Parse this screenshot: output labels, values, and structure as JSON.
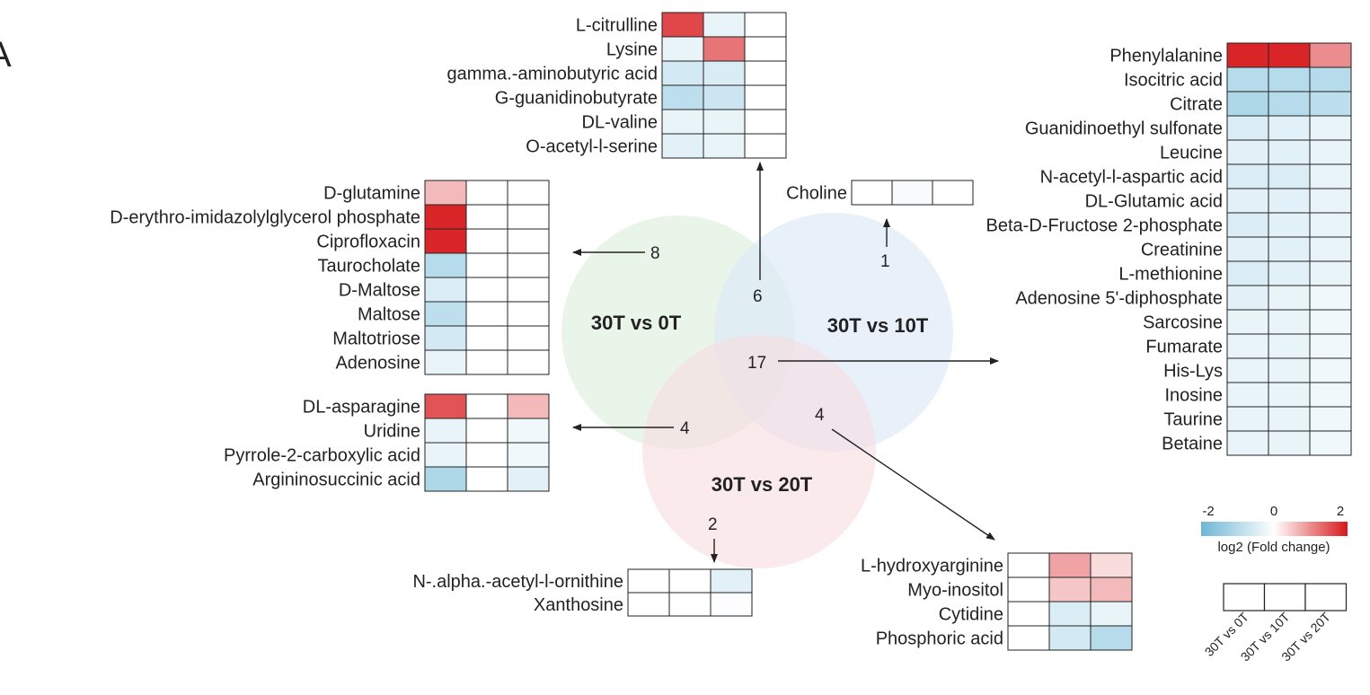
{
  "panel_letter": "A",
  "venn": {
    "sets": [
      {
        "id": "A",
        "label": "30T vs 0T",
        "color": "#dcefdc"
      },
      {
        "id": "B",
        "label": "30T vs 10T",
        "color": "#d9e8f6"
      },
      {
        "id": "C",
        "label": "30T vs 20T",
        "color": "#f6dcdf"
      }
    ],
    "counts": {
      "only_0T": "8",
      "only_10T": "1",
      "only_20T": "2",
      "0T_10T": "6",
      "0T_20T": "4",
      "10T_20T": "4",
      "all": "17"
    }
  },
  "heatmaps": {
    "top_center": {
      "rows": [
        "L-citrulline",
        "Lysine",
        "gamma.-aminobutyric acid",
        "G-guanidinobutyrate",
        "DL-valine",
        "O-acetyl-l-serine"
      ],
      "values": [
        [
          1.6,
          -0.3,
          0
        ],
        [
          -0.3,
          1.2,
          0
        ],
        [
          -0.6,
          -0.5,
          0
        ],
        [
          -0.9,
          -0.7,
          0
        ],
        [
          -0.3,
          -0.3,
          0
        ],
        [
          -0.4,
          -0.3,
          0
        ]
      ]
    },
    "left_top": {
      "rows": [
        "D-glutamine",
        "D-erythro-imidazolylglycerol phosphate",
        "Ciprofloxacin",
        "Taurocholate",
        "D-Maltose",
        "Maltose",
        "Maltotriose",
        "Adenosine"
      ],
      "values": [
        [
          0.6,
          0,
          0
        ],
        [
          1.9,
          0,
          0
        ],
        [
          1.9,
          0,
          0
        ],
        [
          -1.0,
          0,
          0
        ],
        [
          -0.5,
          0,
          0
        ],
        [
          -0.9,
          0,
          0
        ],
        [
          -0.6,
          0,
          0
        ],
        [
          -0.3,
          0,
          0
        ]
      ]
    },
    "left_bottom": {
      "rows": [
        "DL-asparagine",
        "Uridine",
        "Pyrrole-2-carboxylic acid",
        "Argininosuccinic acid"
      ],
      "values": [
        [
          1.5,
          0,
          0.6
        ],
        [
          -0.3,
          0,
          -0.2
        ],
        [
          -0.3,
          0,
          -0.2
        ],
        [
          -1.1,
          0,
          -0.4
        ]
      ]
    },
    "choline": {
      "rows": [
        "Choline"
      ],
      "values": [
        [
          0,
          -0.1,
          0
        ]
      ]
    },
    "right_big": {
      "rows": [
        "Phenylalanine",
        "Isocitric acid",
        "Citrate",
        "Guanidinoethyl sulfonate",
        "Leucine",
        "N-acetyl-l-aspartic acid",
        "DL-Glutamic acid",
        "Beta-D-Fructose 2-phosphate",
        "Creatinine",
        "L-methionine",
        "Adenosine 5'-diphosphate",
        "Sarcosine",
        "Fumarate",
        "His-Lys",
        "Inosine",
        "Taurine",
        "Betaine"
      ],
      "values": [
        [
          1.9,
          1.9,
          1.0
        ],
        [
          -1.0,
          -1.0,
          -1.0
        ],
        [
          -1.1,
          -1.0,
          -0.9
        ],
        [
          -0.5,
          -0.4,
          -0.3
        ],
        [
          -0.4,
          -0.4,
          -0.3
        ],
        [
          -0.5,
          -0.5,
          -0.3
        ],
        [
          -0.4,
          -0.4,
          -0.3
        ],
        [
          -0.5,
          -0.4,
          -0.3
        ],
        [
          -0.4,
          -0.4,
          -0.3
        ],
        [
          -0.5,
          -0.4,
          -0.3
        ],
        [
          -0.4,
          -0.3,
          -0.2
        ],
        [
          -0.3,
          -0.3,
          -0.2
        ],
        [
          -0.3,
          -0.3,
          -0.2
        ],
        [
          -0.3,
          -0.3,
          -0.2
        ],
        [
          -0.3,
          -0.3,
          -0.2
        ],
        [
          -0.3,
          -0.3,
          -0.2
        ],
        [
          -0.3,
          -0.3,
          -0.2
        ]
      ]
    },
    "bottom_center": {
      "rows": [
        "N-.alpha.-acetyl-l-ornithine",
        "Xanthosine"
      ],
      "values": [
        [
          0,
          0,
          -0.4
        ],
        [
          0,
          0,
          -0.05
        ]
      ]
    },
    "bottom_right": {
      "rows": [
        "L-hydroxyarginine",
        "Myo-inositol",
        "Cytidine",
        "Phosphoric acid"
      ],
      "values": [
        [
          0,
          0.8,
          0.3
        ],
        [
          0,
          0.5,
          0.6
        ],
        [
          0,
          -0.5,
          -0.3
        ],
        [
          0,
          -0.6,
          -1.0
        ]
      ]
    }
  },
  "legend": {
    "ticks": [
      "-2",
      "0",
      "2"
    ],
    "range": [
      -2,
      2
    ],
    "label": "log2 (Fold change)",
    "column_labels": [
      "30T vs 0T",
      "30T vs 10T",
      "30T vs 20T"
    ]
  },
  "colors": {
    "high": "#d7191c",
    "low": "#6cb6d6",
    "mid": "#ffffff",
    "arrow": "#222222",
    "grid": "#222222"
  }
}
